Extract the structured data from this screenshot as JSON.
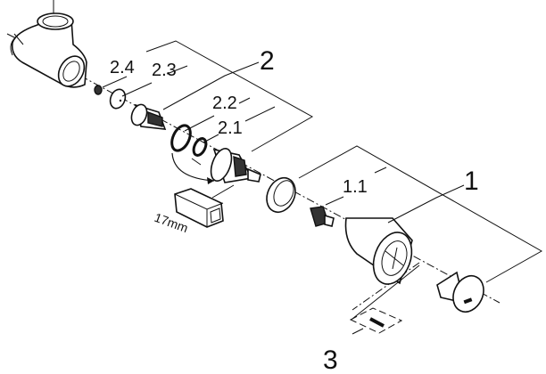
{
  "diagram": {
    "labels": {
      "assembly_2": "2",
      "part_2_4": "2.4",
      "part_2_3": "2.3",
      "part_2_2": "2.2",
      "part_2_1": "2.1",
      "assembly_1": "1",
      "part_1_1": "1.1",
      "part_3": "3",
      "wrench_size": "17mm"
    },
    "colors": {
      "line": "#111111",
      "background": "#ffffff"
    }
  }
}
